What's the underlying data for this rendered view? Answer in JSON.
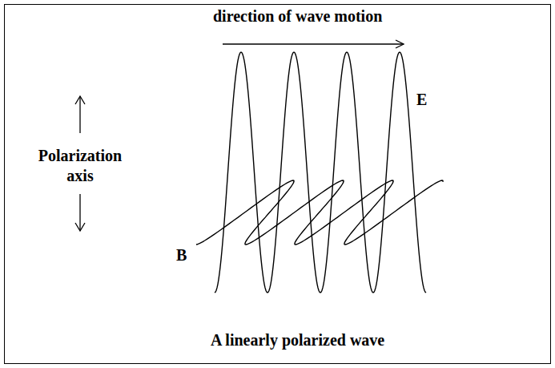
{
  "diagram": {
    "caption": "A linearly polarized wave",
    "labels": [
      "direction of wave motion",
      "Polarization axis",
      "E",
      "B"
    ]
  }
}
